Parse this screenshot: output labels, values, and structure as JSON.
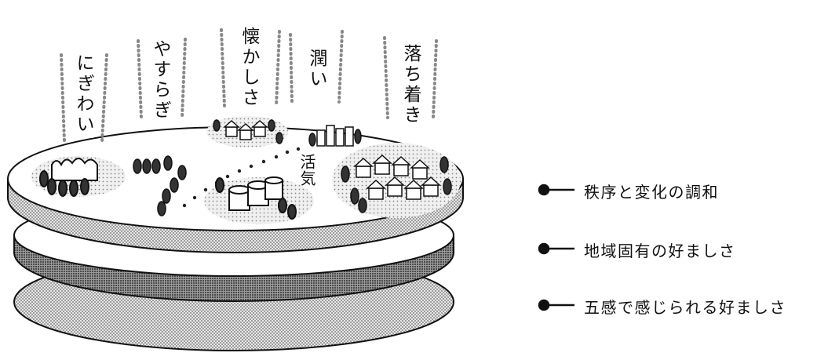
{
  "diagram": {
    "values": [
      {
        "id": "nigiwai",
        "label": "にぎわい"
      },
      {
        "id": "yasuragi",
        "label": "やすらぎ"
      },
      {
        "id": "natsukashisa",
        "label": "懐かしさ"
      },
      {
        "id": "uruoi",
        "label": "潤い"
      },
      {
        "id": "ochitsuki",
        "label": "落ち着き"
      }
    ],
    "center_label": "活気",
    "layers": [
      {
        "id": "top",
        "label": "秩序と変化の調和"
      },
      {
        "id": "middle",
        "label": "地域固有の好ましさ"
      },
      {
        "id": "bottom",
        "label": "五感で感じられる好ましさ"
      }
    ]
  }
}
